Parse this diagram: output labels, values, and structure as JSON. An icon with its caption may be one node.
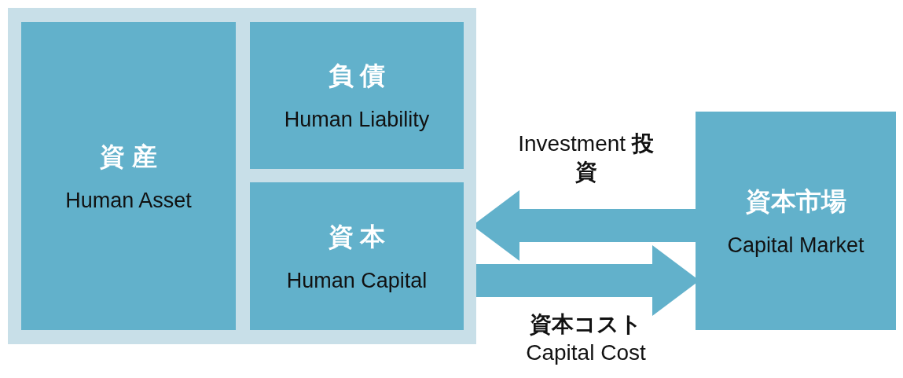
{
  "diagram": {
    "nodes": [
      {
        "text": [],
        "shape": "box"
      },
      {
        "text": [
          "資 産",
          "Human Asset"
        ],
        "in": 0
      },
      {
        "text": [
          "負 債",
          "Human Liability"
        ],
        "in": 0
      },
      {
        "text": [
          "資 本",
          "Human Capital"
        ],
        "in": 0
      },
      {
        "text": [
          "資本市場",
          "Capital Market"
        ]
      }
    ],
    "edges": [
      {
        "from": 4,
        "to": 0,
        "arrow": "to",
        "label": "Investment **投資**"
      },
      {
        "from": 0,
        "to": 4,
        "arrow": "to",
        "label": "**資本コスト** Capital Cost"
      }
    ]
  }
}
